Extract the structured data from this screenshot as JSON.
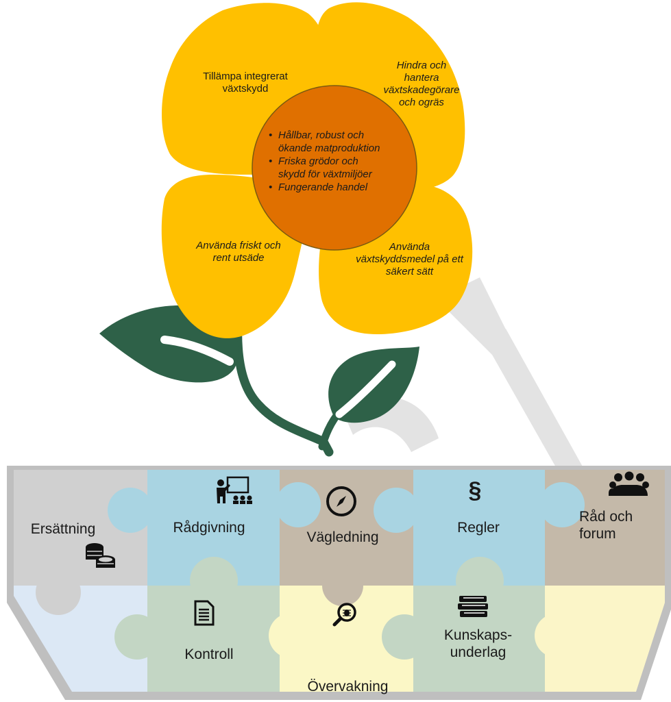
{
  "flower": {
    "petals": {
      "top_left": [
        "Tillämpa integrerat",
        "växtskydd"
      ],
      "top_right": [
        "Hindra och",
        "hantera",
        "växtskadegörare",
        "och ogräs"
      ],
      "bottom_left": [
        "Använda friskt och",
        "rent utsäde"
      ],
      "bottom_right": [
        "Använda",
        "växtskyddsmedel på ett",
        "säkert sätt"
      ]
    },
    "center_items": [
      [
        "Hållbar, robust och",
        "ökande matproduktion"
      ],
      [
        "Friska grödor och",
        "skydd för växtmiljöer"
      ],
      [
        "Fungerande handel"
      ]
    ],
    "bullet": "•"
  },
  "puzzle": {
    "top_row": [
      {
        "label": [
          "Ersättning"
        ],
        "icon": "coins-icon"
      },
      {
        "label": [
          "Rådgivning"
        ],
        "icon": "presenter-icon"
      },
      {
        "label": [
          "Vägledning"
        ],
        "icon": "compass-icon"
      },
      {
        "label": [
          "Regler"
        ],
        "icon": "paragraph-icon",
        "glyph": "§"
      },
      {
        "label": [
          "Råd och",
          "forum"
        ],
        "icon": "meeting-icon"
      }
    ],
    "bottom_row": [
      {
        "label": [
          "Kontroll"
        ],
        "icon": "document-icon"
      },
      {
        "label": [
          "Övervakning"
        ],
        "icon": "bug-magnifier-icon"
      },
      {
        "label": [
          "Kunskaps-",
          "underlag"
        ],
        "icon": "books-icon"
      }
    ]
  },
  "colors": {
    "petal": "#FFC000",
    "center": "#E07000",
    "leaf": "#2E6148",
    "frame": "#BFBFBF",
    "gray_piece": "#D0D0D0",
    "blue_piece": "#A9D4E2",
    "taupe_piece": "#C4B9A9",
    "green_piece": "#C3D6C4",
    "cream_piece": "#FBF7C6",
    "light_blue_piece": "#DCE8F5",
    "light_yellow_piece": "#FBF5C8"
  }
}
